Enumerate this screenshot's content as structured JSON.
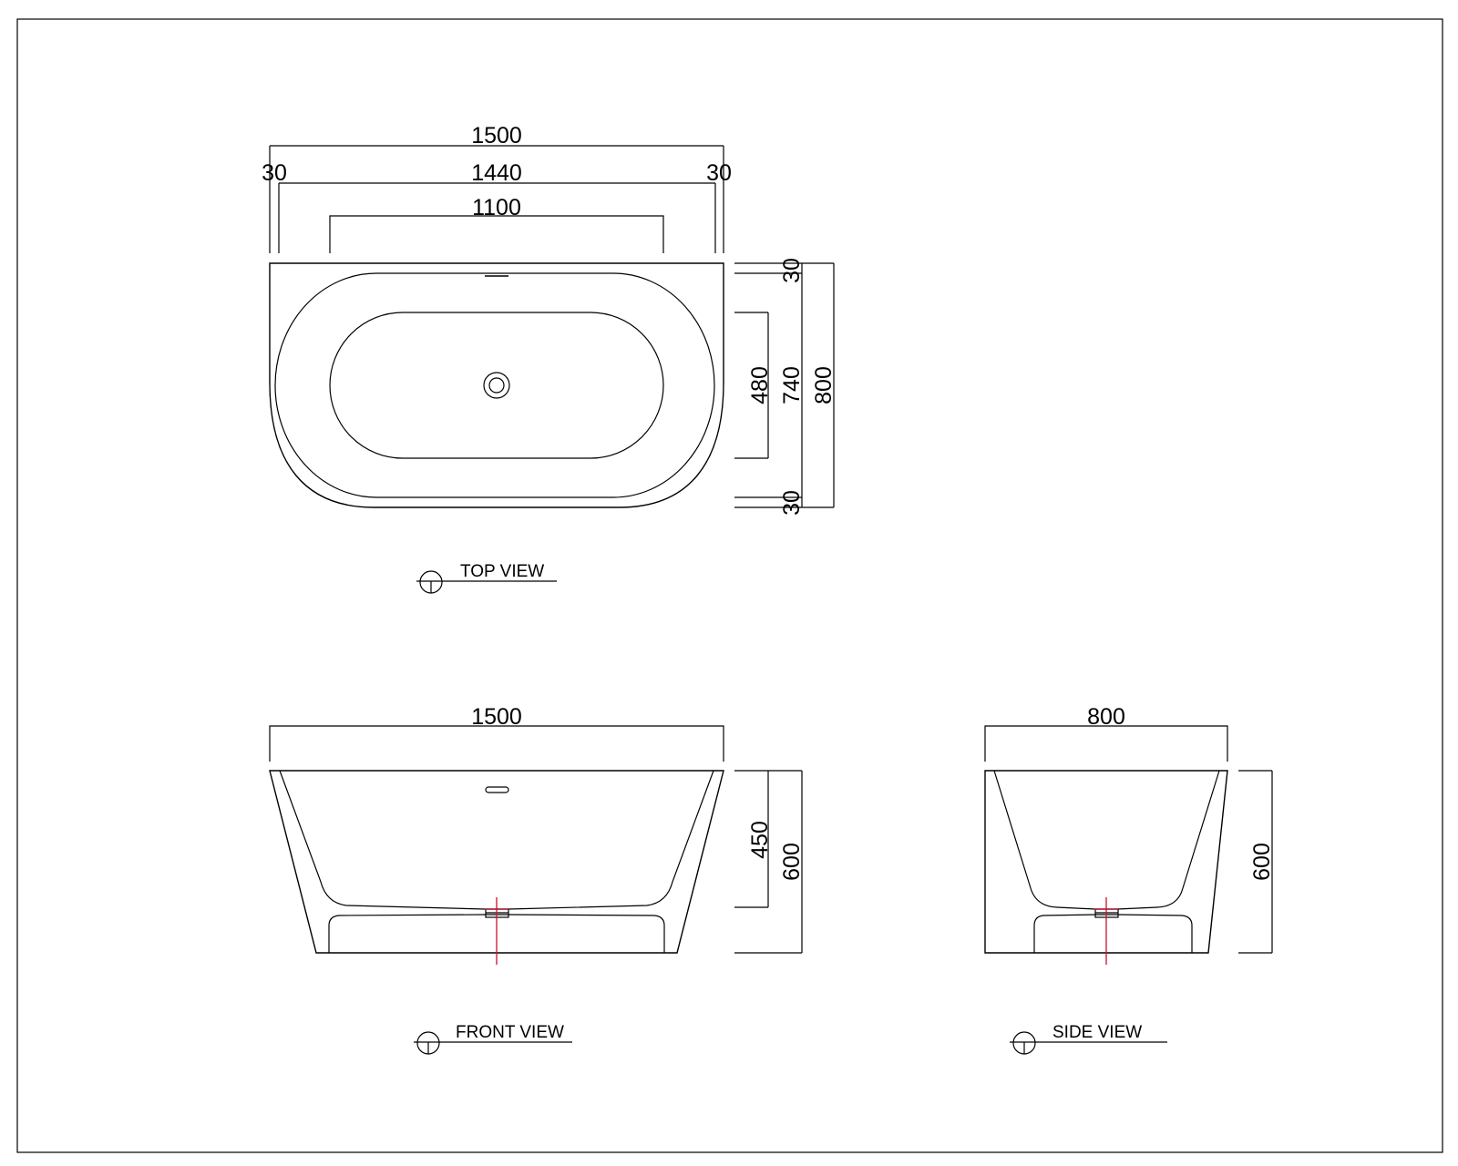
{
  "top_view": {
    "label": "TOP VIEW",
    "dims": {
      "overall_width": "1500",
      "rim_left": "30",
      "inner_width": "1440",
      "rim_right": "30",
      "bottom_width": "1100",
      "rim_top": "30",
      "bottom_depth": "480",
      "inner_depth": "740",
      "overall_depth": "800",
      "rim_bottom": "30"
    }
  },
  "front_view": {
    "label": "FRONT VIEW",
    "dims": {
      "overall_width": "1500",
      "inner_height": "450",
      "overall_height": "600"
    }
  },
  "side_view": {
    "label": "SIDE VIEW",
    "dims": {
      "overall_width": "800",
      "overall_height": "600"
    }
  },
  "colors": {
    "line": "#000000",
    "centerline": "#c8102e",
    "background": "#ffffff"
  }
}
